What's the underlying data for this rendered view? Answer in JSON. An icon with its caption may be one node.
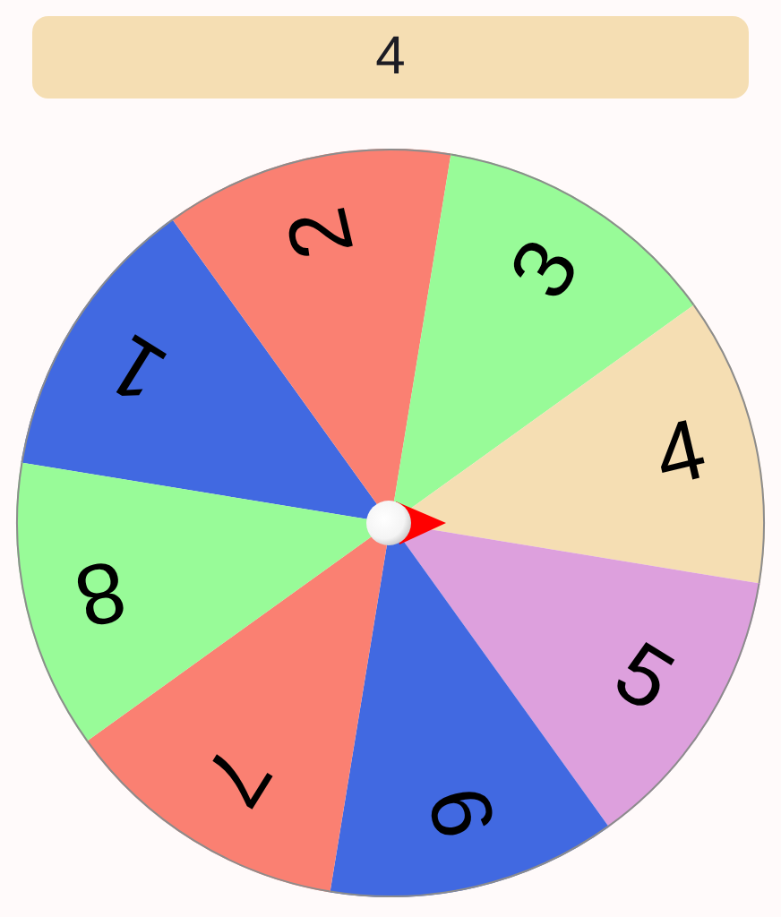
{
  "diagram": {
    "nodes": [
      {
        "text": [
          "4"
        ]
      },
      {
        "text": [
          "1"
        ]
      },
      {
        "text": [
          "2"
        ]
      },
      {
        "text": [
          "3"
        ]
      },
      {
        "text": [
          "4"
        ]
      },
      {
        "text": [
          "5"
        ]
      },
      {
        "text": [
          "6"
        ]
      },
      {
        "text": [
          "7"
        ]
      },
      {
        "text": [
          "8"
        ]
      }
    ]
  }
}
